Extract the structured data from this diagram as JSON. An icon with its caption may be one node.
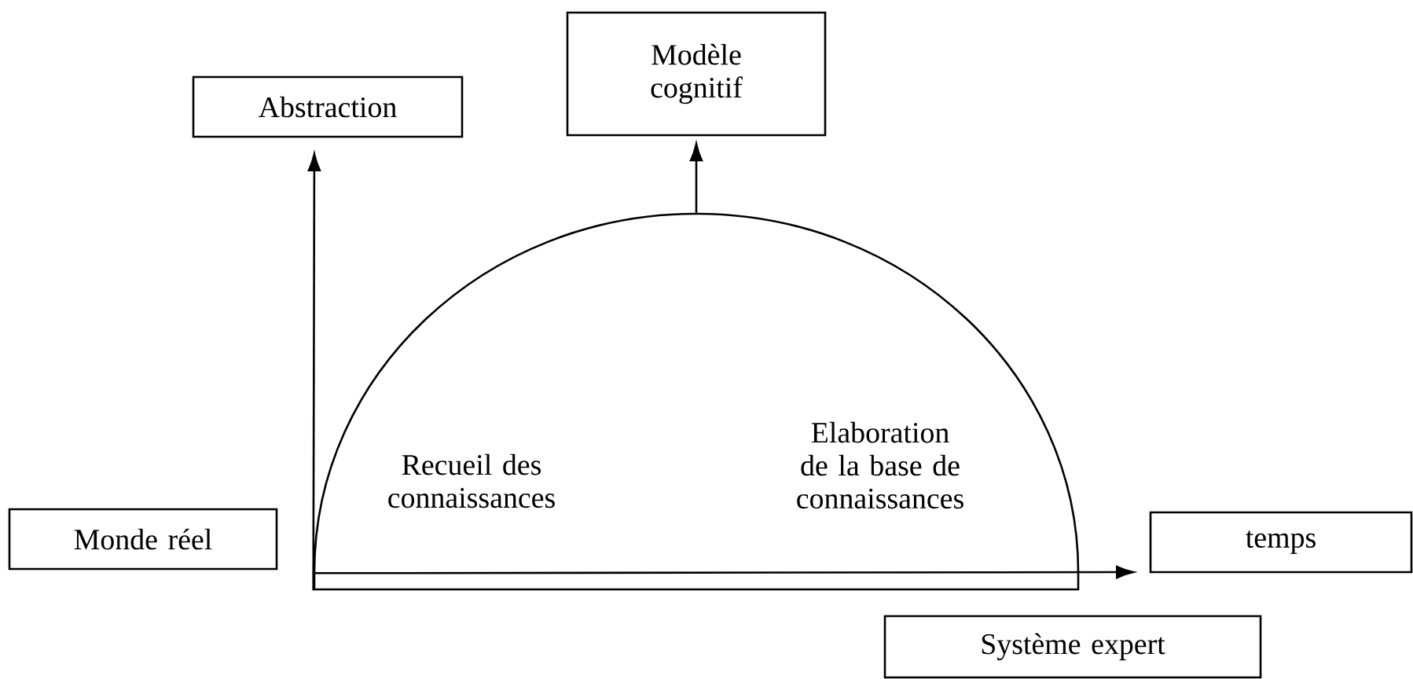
{
  "diagram": {
    "nodes": [
      {
        "text": [
          "Abstraction"
        ]
      },
      {
        "text": [
          "Modèle cognitif"
        ]
      },
      {
        "text": [
          "Monde réel"
        ]
      },
      {
        "text": [
          "temps"
        ]
      },
      {
        "text": [
          "Système expert"
        ]
      },
      {
        "text": [
          "Recueil des connaissances",
          "Elaboration de la base de connaissances"
        ]
      }
    ],
    "edges": [
      {
        "from": 5,
        "to": 1,
        "arrow": "to"
      },
      {
        "from": 5,
        "to": 0,
        "arrow": "to"
      },
      {
        "from": 5,
        "to": 3,
        "arrow": "to"
      }
    ]
  }
}
